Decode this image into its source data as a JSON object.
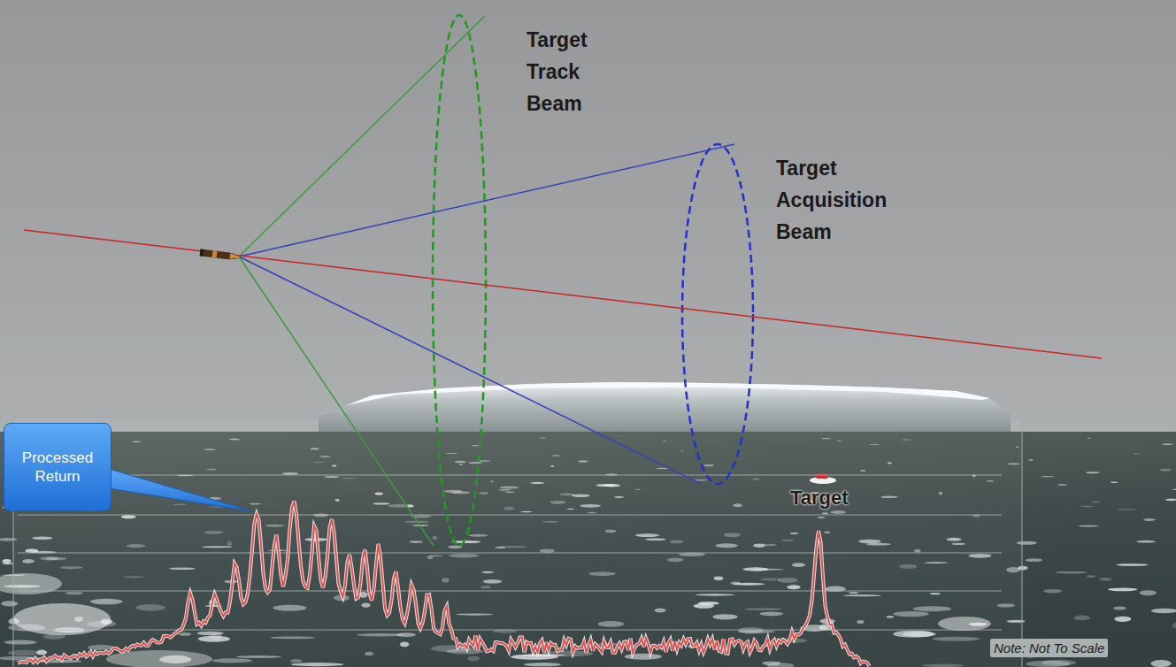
{
  "diagram": {
    "nodes": [
      {
        "text": [
          "Processed Return"
        ]
      }
    ],
    "labels": [
      "Target Track Beam",
      "Target Acquisition Beam",
      "Target",
      "Note: Not To Scale"
    ]
  }
}
